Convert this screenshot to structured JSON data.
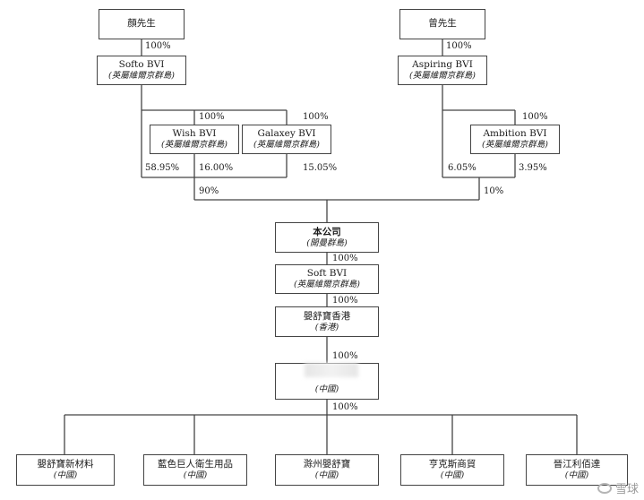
{
  "nodes": {
    "mr_yan": {
      "name": "顏先生"
    },
    "mr_zeng": {
      "name": "曾先生"
    },
    "softo_bvi": {
      "name": "Softo BVI",
      "jurisdiction": "(英屬維爾京群島)"
    },
    "aspiring_bvi": {
      "name": "Aspiring BVI",
      "jurisdiction": "(英屬維爾京群島)"
    },
    "wish_bvi": {
      "name": "Wish BVI",
      "jurisdiction": "(英屬維爾京群島)"
    },
    "galaxey_bvi": {
      "name": "Galaxey BVI",
      "jurisdiction": "(英屬維爾京群島)"
    },
    "ambition_bvi": {
      "name": "Ambition BVI",
      "jurisdiction": "(英屬維爾京群島)"
    },
    "company": {
      "name": "本公司",
      "jurisdiction": "(開曼群島)"
    },
    "soft_bvi": {
      "name": "Soft BVI",
      "jurisdiction": "(英屬維爾京群島)"
    },
    "hk_entity": {
      "name": "嬰舒寶香港",
      "jurisdiction": "(香港)"
    },
    "prc_entity": {
      "name": "",
      "jurisdiction": "(中國)"
    },
    "sub_new_materials": {
      "name": "嬰舒寶新材料",
      "jurisdiction": "(中國)"
    },
    "sub_blue_giant": {
      "name": "藍色巨人衛生用品",
      "jurisdiction": "(中國)"
    },
    "sub_chuzhou": {
      "name": "滁州嬰舒寶",
      "jurisdiction": "(中國)"
    },
    "sub_hengkesi": {
      "name": "亨克斯商貿",
      "jurisdiction": "(中國)"
    },
    "sub_jinjiang": {
      "name": "晉江利佰達",
      "jurisdiction": "(中國)"
    }
  },
  "percentages": {
    "yan_softo": "100%",
    "zeng_aspiring": "100%",
    "softo_wish": "100%",
    "softo_galaxey": "100%",
    "aspiring_ambition": "100%",
    "softo_direct": "58.95%",
    "wish_direct": "16.00%",
    "galaxey_direct": "15.05%",
    "aspiring_direct": "6.05%",
    "ambition_direct": "3.95%",
    "group_left": "90%",
    "group_right": "10%",
    "company_softbvi": "100%",
    "softbvi_hk": "100%",
    "hk_prc": "100%",
    "prc_subs": "100%"
  },
  "watermark": {
    "text": "雪球"
  }
}
